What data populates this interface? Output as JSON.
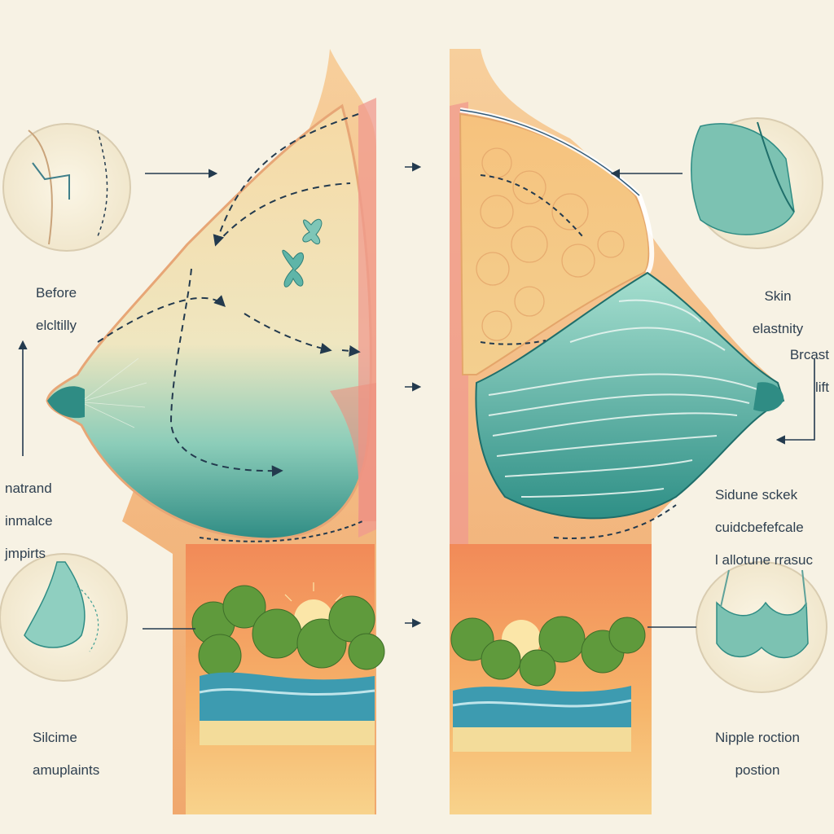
{
  "palette": {
    "background": "#f7f2e4",
    "skin": "#f3bd88",
    "skin_light": "#f8ddb0",
    "teal": "#3f9e93",
    "teal_light": "#8fd0c2",
    "arrow": "#233a4e",
    "sunset": "#f5a45c",
    "tree": "#5f9a3c",
    "water": "#3d9bb0",
    "sand": "#f3dc9a"
  },
  "labels": {
    "before_elasticity": [
      "Before",
      "elcltilly"
    ],
    "natural_implants": [
      "natrand",
      "inmalce",
      "jmpirts"
    ],
    "silicone_implants": [
      "Silcime",
      "amuplaints"
    ],
    "skin_elasticity": [
      "Skin",
      "elastnity"
    ],
    "breast_lift": [
      "Brcast",
      "lift"
    ],
    "silicone_scar": [
      "Sidune sckek",
      "cuidcbefefcale",
      "l allotune rrasuc"
    ],
    "nipple_position": [
      "Nipple roction",
      "postion"
    ]
  },
  "icons": [
    "arrow-right-icon",
    "arrow-left-icon",
    "arrow-up-icon",
    "arrow-down-left-icon",
    "butterfly-icon"
  ]
}
